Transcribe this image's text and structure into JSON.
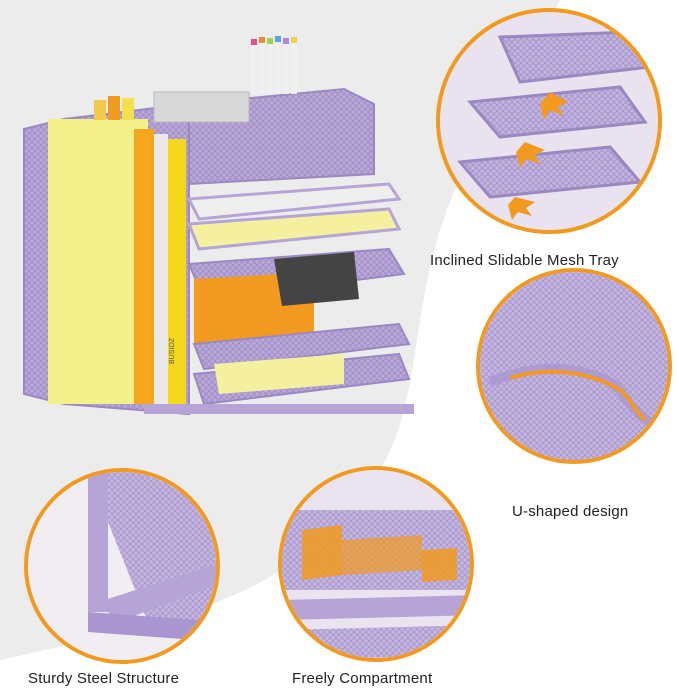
{
  "captions": {
    "inclined": "Inclined Slidable Mesh Tray",
    "u_shaped": "U-shaped design",
    "sturdy": "Sturdy Steel Structure",
    "freely": "Freely Compartment"
  },
  "label_text": "BUSIOZ",
  "colors": {
    "accent_orange": "#f29a1f",
    "lavender": "#b6a4d6",
    "background_gray": "#ececec"
  }
}
